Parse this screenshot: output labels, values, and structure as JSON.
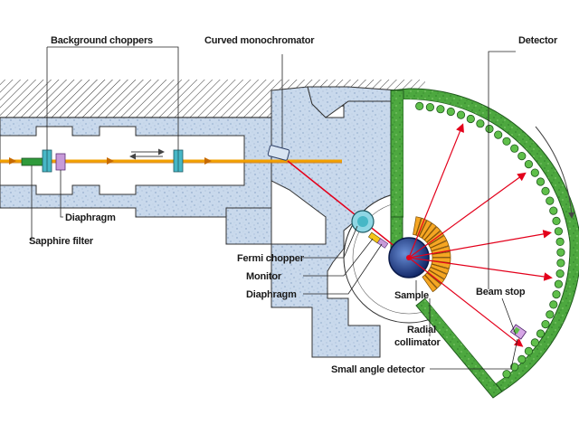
{
  "labels": {
    "background_choppers": "Background choppers",
    "curved_monochromator": "Curved monochromator",
    "detector": "Detector",
    "diaphragm_left": "Diaphragm",
    "sapphire_filter": "Sapphire filter",
    "fermi_chopper": "Fermi chopper",
    "monitor": "Monitor",
    "diaphragm_right": "Diaphragm",
    "sample": "Sample",
    "radial_collimator_line1": "Radial",
    "radial_collimator_line2": "collimator",
    "beam_stop": "Beam stop",
    "small_angle_detector": "Small angle detector"
  },
  "icons": {
    "direction_arrows": "double-arrow-icon",
    "rotation_arrow": "curved-arrow-icon"
  },
  "colors": {
    "shielding_fill": "#c8d8ea",
    "detector_shield": "#2e8b3a",
    "detector_tube": "#5fbf4a",
    "beam": "#f2a000",
    "scatter_ray": "#e3001b",
    "collimator": "#f5a623",
    "sample": "#1e3a8a",
    "chopper": "#3aa3b5"
  }
}
